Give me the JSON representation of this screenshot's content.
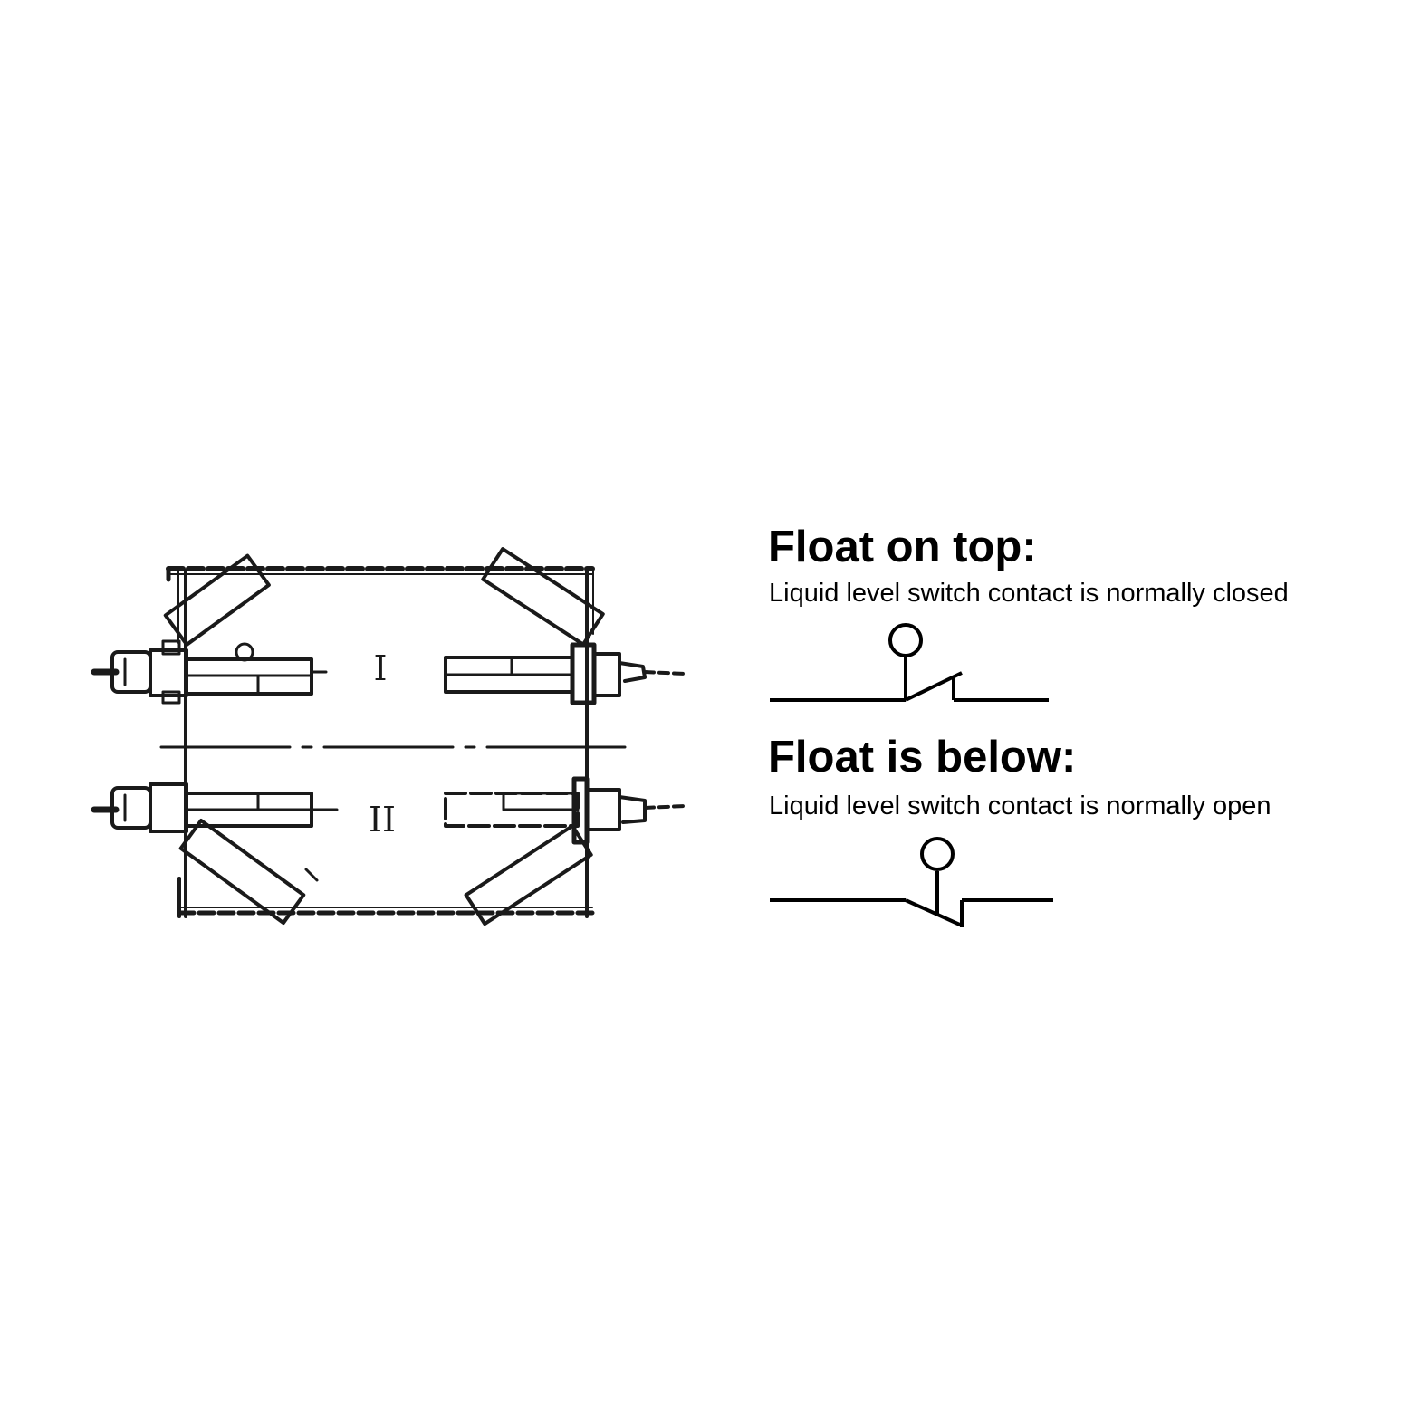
{
  "sections": [
    {
      "heading": "Float on top:",
      "description": "Liquid level switch contact is normally closed",
      "contact_state": "normally closed"
    },
    {
      "heading": "Float is below:",
      "description": "Liquid level switch contact is normally open",
      "contact_state": "normally open"
    }
  ],
  "diagram": {
    "upper_label": "I",
    "lower_label": "II"
  },
  "colors": {
    "ink": "#000000",
    "drawing": "#1a1a1a",
    "background": "#ffffff"
  }
}
